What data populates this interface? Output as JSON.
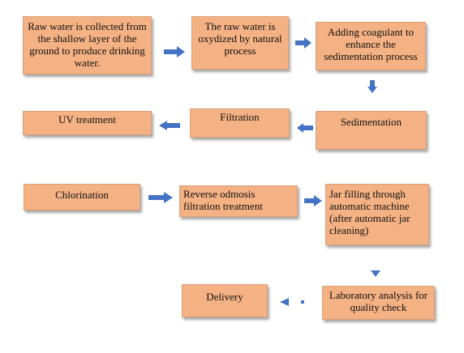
{
  "flow": {
    "steps": {
      "collect": "Raw water is collected from the shallow layer of the ground to produce drinking water.",
      "oxidize": "The raw water is oxydized by natural process",
      "coagulant": "Adding coagulant to enhance the sedimentation process",
      "sedimentation": "Sedimentation",
      "filtration": "Filtration",
      "uv": "UV treatment",
      "chlorination": "Chlorination",
      "reverse_osmosis": "Reverse odmosis filtration treatment",
      "jar_filling": "Jar filling through automatic machine (after automatic jar cleaning)",
      "laboratory": "Laboratory analysis for quality check",
      "delivery": "Delivery"
    }
  },
  "colors": {
    "box_fill": "#f4b183",
    "arrow_fill": "#4472c4"
  }
}
